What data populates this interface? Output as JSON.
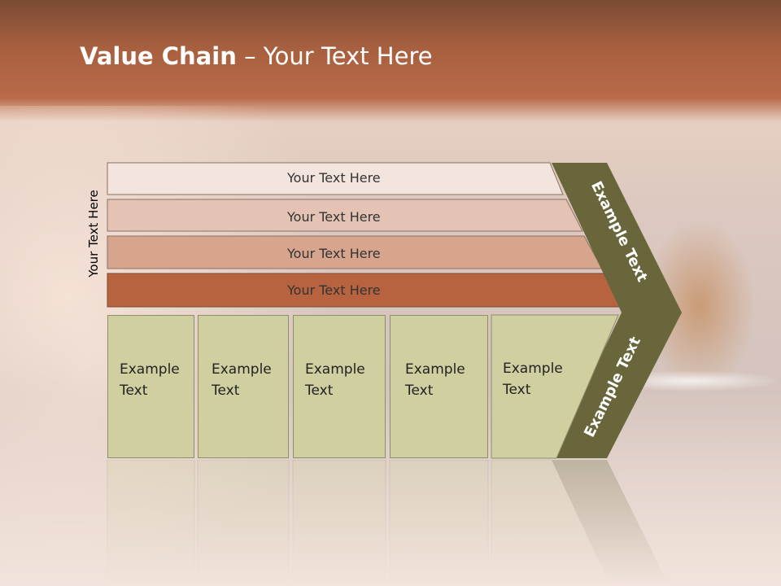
{
  "title": {
    "bold": "Value Chain",
    "rest": " – Your Text Here"
  },
  "side_label": "Your Text Here",
  "bars": [
    {
      "label": "Your Text Here",
      "color": "#f3e4de"
    },
    {
      "label": "Your Text Here",
      "color": "#e4c3b4"
    },
    {
      "label": "Your Text Here",
      "color": "#d7a48d"
    },
    {
      "label": "Your Text Here",
      "color": "#b8633f"
    }
  ],
  "boxes": [
    {
      "line1": "Example",
      "line2": "Text"
    },
    {
      "line1": "Example",
      "line2": "Text"
    },
    {
      "line1": "Example",
      "line2": "Text"
    },
    {
      "line1": "Example",
      "line2": "Text"
    },
    {
      "line1": "Example",
      "line2": "Text"
    }
  ],
  "chevron_upper_label": "Example Text",
  "chevron_lower_label": "Example Text",
  "colors": {
    "chevron": "#68663a",
    "box": "#cfcfa0"
  }
}
